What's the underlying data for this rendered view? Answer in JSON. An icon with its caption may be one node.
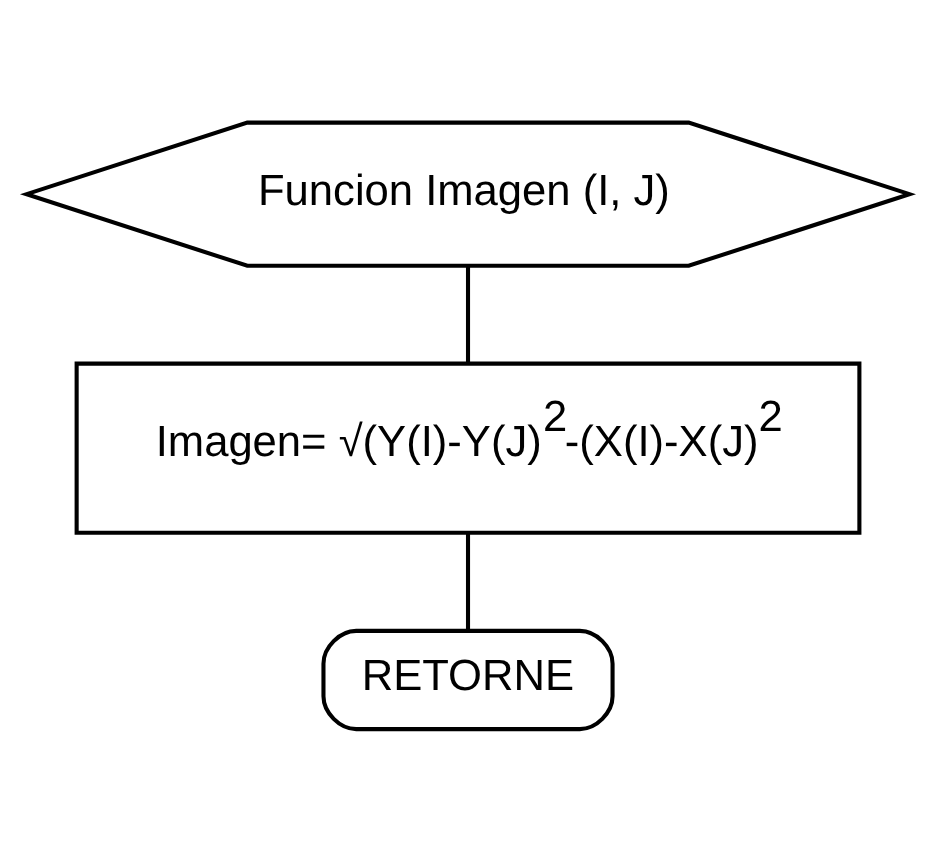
{
  "diagram": {
    "nodes": [
      {
        "text": [
          "Funcion Imagen (I, J)"
        ]
      },
      {
        "text": [
          "Imagen= √(Y(I)-Y(J)$^{2}$-(X(I)-X(J)$^{2}$"
        ]
      },
      {
        "text": [
          "RETORNE"
        ]
      }
    ],
    "edges": [
      {
        "from": 0,
        "to": 1,
        "arrow": "none"
      },
      {
        "from": 1,
        "to": 2,
        "arrow": "none"
      }
    ]
  }
}
